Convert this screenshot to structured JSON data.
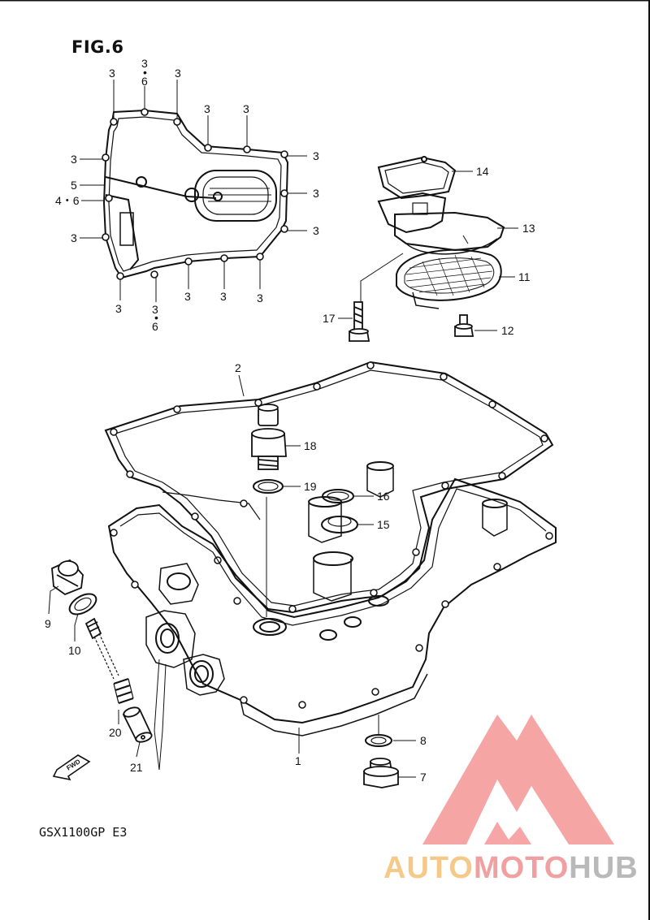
{
  "figure": {
    "title": "FIG.6",
    "model": "GSX1100GP E3"
  },
  "brand": {
    "part1": "AUTO",
    "part2": "MOTO",
    "part3": "HUB",
    "logo_color": "#f27b7b"
  },
  "fwd_label": "FWD",
  "labels": {
    "t3a": "3",
    "t36_top": "3",
    "t36_top_b": "6",
    "t3b": "3",
    "t3c": "3",
    "t3d": "3",
    "t3e": "3",
    "t3f": "3",
    "t5": "5",
    "t46": "4・6",
    "t3g": "3",
    "t3h": "3",
    "t3i": "3",
    "t3j": "3",
    "t36_bot": "3",
    "t36_bot_b": "6",
    "t3k": "3",
    "t3l": "3",
    "t3m": "3",
    "p14": "14",
    "p13": "13",
    "p11": "11",
    "p17": "17",
    "p12": "12",
    "p2": "2",
    "p18": "18",
    "p19": "19",
    "p16": "16",
    "p15": "15",
    "p9": "9",
    "p10": "10",
    "p20": "20",
    "p21": "21",
    "p1": "1",
    "p8": "8",
    "p7": "7"
  }
}
